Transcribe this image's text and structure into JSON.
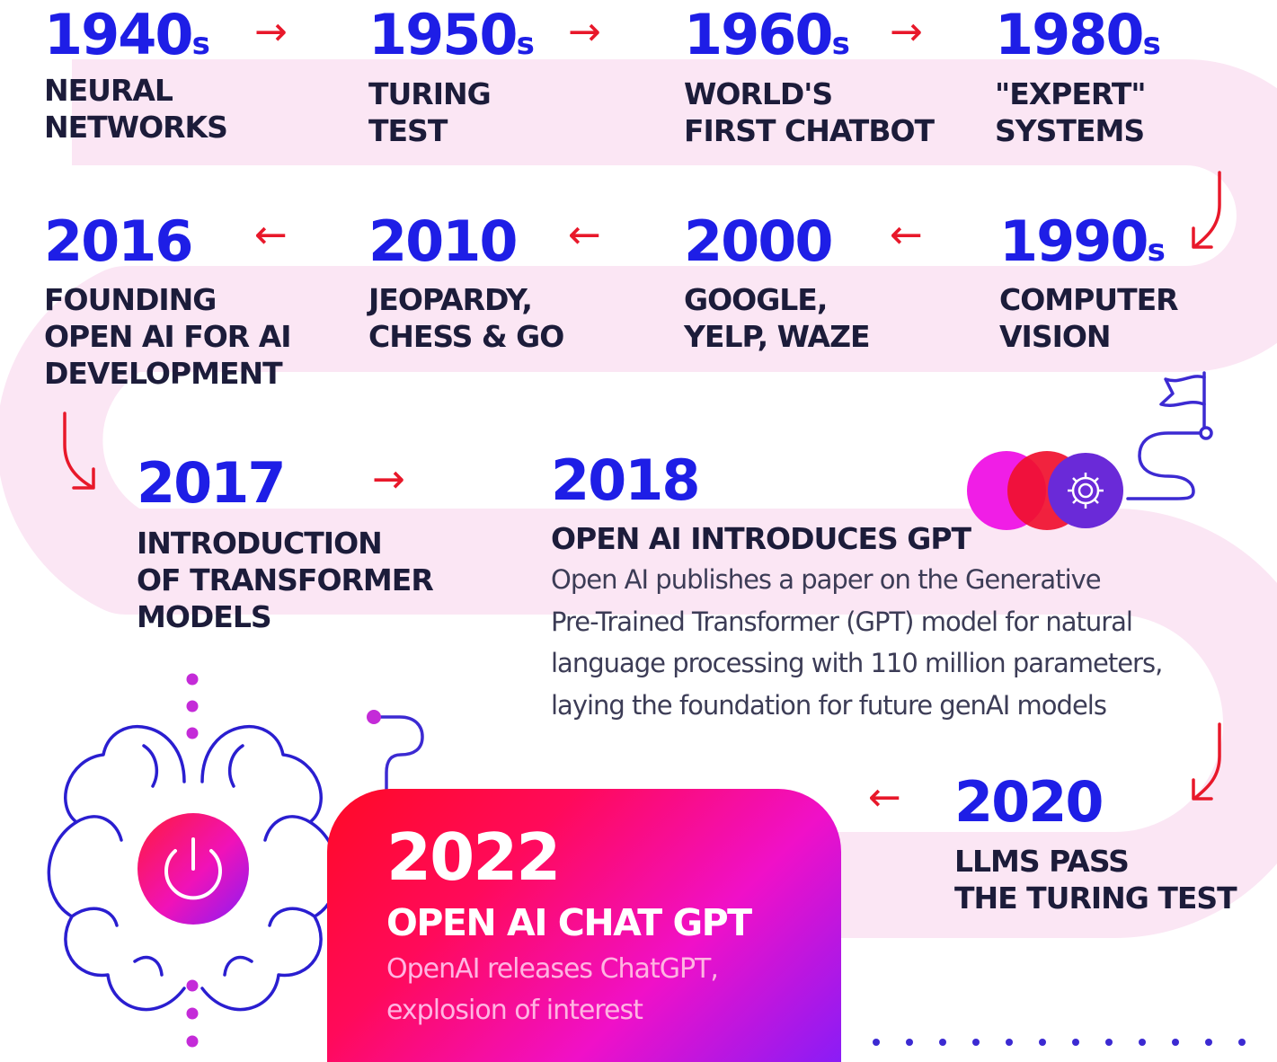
{
  "colors": {
    "year_blue": "#1e1ee6",
    "arrow_red": "#e8182a",
    "path_pink": "#fbe6f4",
    "line_indigo": "#3c2ad2",
    "dot_purple": "#c42bd8",
    "card_gradient": [
      "#ff0a26",
      "#f010c8",
      "#8a1cf6"
    ]
  },
  "icons": {
    "arrows": "arrow-icon",
    "flag": "flag-icon",
    "gear": "gear-icon",
    "brain": "brain-icon",
    "power": "power-icon"
  },
  "milestones": [
    {
      "year": "1940",
      "suffix": "s",
      "lines": [
        "NEURAL",
        "NETWORKS"
      ]
    },
    {
      "year": "1950",
      "suffix": "s",
      "lines": [
        "TURING",
        "TEST"
      ]
    },
    {
      "year": "1960",
      "suffix": "s",
      "lines": [
        "WORLD'S",
        "FIRST CHATBOT"
      ]
    },
    {
      "year": "1980",
      "suffix": "s",
      "lines": [
        "\"EXPERT\"",
        "SYSTEMS"
      ]
    },
    {
      "year": "1990",
      "suffix": "s",
      "lines": [
        "COMPUTER",
        "VISION"
      ]
    },
    {
      "year": "2000",
      "suffix": "",
      "lines": [
        "GOOGLE,",
        "YELP, WAZE"
      ]
    },
    {
      "year": "2010",
      "suffix": "",
      "lines": [
        "JEOPARDY,",
        "CHESS & GO"
      ]
    },
    {
      "year": "2016",
      "suffix": "",
      "lines": [
        "FOUNDING",
        "OPEN AI FOR AI",
        "DEVELOPMENT"
      ]
    },
    {
      "year": "2017",
      "suffix": "",
      "lines": [
        "INTRODUCTION",
        "OF TRANSFORMER",
        "MODELS"
      ]
    },
    {
      "year": "2018",
      "suffix": "",
      "lines": [
        "OPEN AI INTRODUCES GPT"
      ],
      "description": [
        "Open AI publishes a paper on the Generative",
        "Pre-Trained Transformer (GPT) model for natural",
        "language processing with 110 million parameters,",
        "laying the foundation for future genAI models"
      ]
    },
    {
      "year": "2020",
      "suffix": "",
      "lines": [
        "LLMS PASS",
        "THE TURING TEST"
      ]
    }
  ],
  "highlight": {
    "year": "2022",
    "title": "OPEN AI CHAT GPT",
    "description": [
      "OpenAI releases ChatGPT,",
      "explosion of interest"
    ]
  }
}
